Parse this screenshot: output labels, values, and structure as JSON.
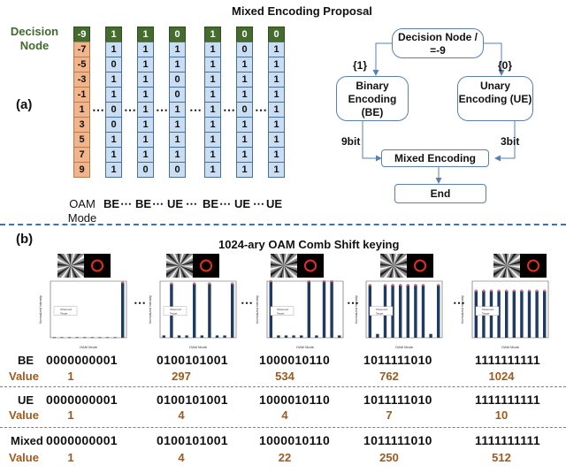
{
  "panel_a": {
    "label": "(a)",
    "title": "Mixed Encoding Proposal",
    "decision_node_label": "Decision Node",
    "oam_column": {
      "head": "-9",
      "values": [
        "-7",
        "-5",
        "-3",
        "-1",
        "1",
        "3",
        "5",
        "7",
        "9"
      ],
      "label": "OAM Mode"
    },
    "columns": [
      {
        "head": "1",
        "bits": [
          "1",
          "0",
          "1",
          "1",
          "0",
          "0",
          "1",
          "1",
          "1"
        ],
        "label": "BE"
      },
      {
        "head": "1",
        "bits": [
          "1",
          "1",
          "1",
          "1",
          "1",
          "1",
          "1",
          "1",
          "0"
        ],
        "label": "BE"
      },
      {
        "head": "0",
        "bits": [
          "1",
          "1",
          "0",
          "0",
          "1",
          "1",
          "1",
          "1",
          "0"
        ],
        "label": "UE"
      },
      {
        "head": "1",
        "bits": [
          "1",
          "1",
          "1",
          "1",
          "1",
          "1",
          "1",
          "1",
          "1"
        ],
        "label": "BE"
      },
      {
        "head": "0",
        "bits": [
          "0",
          "1",
          "1",
          "1",
          "0",
          "1",
          "1",
          "1",
          "1"
        ],
        "label": "UE"
      },
      {
        "head": "0",
        "bits": [
          "1",
          "1",
          "1",
          "1",
          "1",
          "1",
          "1",
          "1",
          "1"
        ],
        "label": "UE"
      }
    ],
    "ellipsis": "⋯",
    "flow": {
      "decision": "Decision Node / =-9",
      "left_branch": "{1}",
      "right_branch": "{0}",
      "binary": "Binary Encoding (BE)",
      "unary": "Unary Encoding (UE)",
      "left_bits": "9bit",
      "right_bits": "3bit",
      "mixed": "Mixed Encoding",
      "end": "End"
    }
  },
  "panel_b": {
    "label": "(b)",
    "title": "1024-ary OAM Comb Shift keying",
    "ellipsis": "⋯",
    "chart_text": {
      "xlabel": "OAM Mode",
      "ylabel": "Normalized Intensity",
      "legend_observed": "Observed",
      "legend_target": "Target"
    },
    "bar_color": "#1f3a63",
    "target_color": "#e06a6a",
    "rows": [
      {
        "name": "BE",
        "codes": [
          "0000000001",
          "0100101001",
          "1000010110",
          "1011111010",
          "1111111111"
        ],
        "value_label": "Value",
        "values": [
          "1",
          "297",
          "534",
          "762",
          "1024"
        ]
      },
      {
        "name": "UE",
        "codes": [
          "0000000001",
          "0100101001",
          "1000010110",
          "1011111010",
          "1111111111"
        ],
        "value_label": "Value",
        "values": [
          "1",
          "4",
          "4",
          "7",
          "10"
        ]
      },
      {
        "name": "Mixed",
        "codes": [
          "0000000001",
          "0100101001",
          "1000010110",
          "1011111010",
          "1111111111"
        ],
        "value_label": "Value",
        "values": [
          "1",
          "4",
          "22",
          "250",
          "512"
        ]
      }
    ]
  },
  "chart_data": [
    {
      "type": "bar",
      "x": [
        -9,
        -7,
        -5,
        -3,
        -1,
        1,
        3,
        5,
        7,
        9
      ],
      "series": [
        {
          "values": [
            0.01,
            0.01,
            0.01,
            0.01,
            0.01,
            0.01,
            0.01,
            0.01,
            0.01,
            0.98
          ]
        }
      ],
      "ylim": [
        0,
        1
      ],
      "xlabel": "OAM Mode",
      "ylabel": "Normalized Intensity"
    },
    {
      "type": "bar",
      "x": [
        -9,
        -7,
        -5,
        -3,
        -1,
        1,
        3,
        5,
        7,
        9
      ],
      "series": [
        {
          "values": [
            0.01,
            0.24,
            0.01,
            0.01,
            0.24,
            0.01,
            0.24,
            0.01,
            0.01,
            0.24
          ]
        }
      ],
      "ylim": [
        0,
        0.25
      ],
      "xlabel": "OAM Mode",
      "ylabel": "Normalized Intensity"
    },
    {
      "type": "bar",
      "x": [
        -9,
        -7,
        -5,
        -3,
        -1,
        1,
        3,
        5,
        7,
        9
      ],
      "series": [
        {
          "values": [
            0.25,
            0.01,
            0.01,
            0.01,
            0.01,
            0.25,
            0.01,
            0.25,
            0.25,
            0.01
          ]
        }
      ],
      "ylim": [
        0,
        0.25
      ],
      "xlabel": "OAM Mode",
      "ylabel": "Normalized Intensity"
    },
    {
      "type": "bar",
      "x": [
        -9,
        -7,
        -5,
        -3,
        -1,
        1,
        3,
        5,
        7,
        9
      ],
      "series": [
        {
          "values": [
            0.14,
            0.01,
            0.14,
            0.14,
            0.14,
            0.14,
            0.14,
            0.14,
            0.01,
            0.14
          ]
        }
      ],
      "ylim": [
        0,
        0.15
      ],
      "xlabel": "OAM Mode",
      "ylabel": "Normalized Intensity"
    },
    {
      "type": "bar",
      "x": [
        -9,
        -7,
        -5,
        -3,
        -1,
        1,
        3,
        5,
        7,
        9
      ],
      "series": [
        {
          "values": [
            0.1,
            0.1,
            0.1,
            0.1,
            0.1,
            0.1,
            0.1,
            0.1,
            0.1,
            0.1
          ]
        }
      ],
      "ylim": [
        0,
        0.12
      ],
      "xlabel": "OAM Mode",
      "ylabel": "Normalized Intensity"
    }
  ]
}
